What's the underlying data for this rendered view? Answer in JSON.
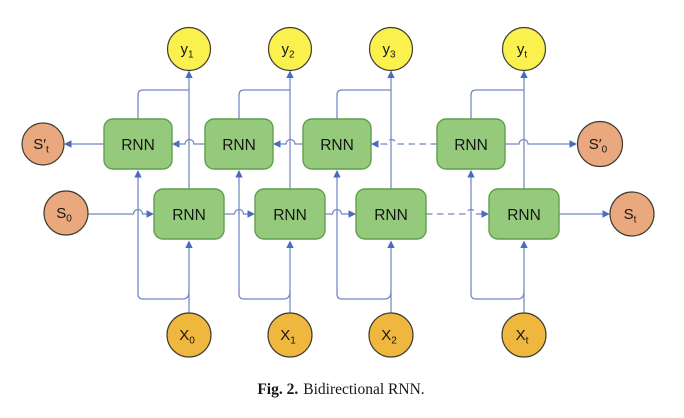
{
  "figure": {
    "caption_label": "Fig. 2.",
    "caption_text": "Bidirectional RNN."
  },
  "diagram": {
    "outputs": [
      {
        "base": "y",
        "sub": "1"
      },
      {
        "base": "y",
        "sub": "2"
      },
      {
        "base": "y",
        "sub": "3"
      },
      {
        "base": "y",
        "sub": "t"
      }
    ],
    "inputs": [
      {
        "base": "X",
        "sub": "0"
      },
      {
        "base": "X",
        "sub": "1"
      },
      {
        "base": "X",
        "sub": "2"
      },
      {
        "base": "X",
        "sub": "t"
      }
    ],
    "backward_cells": [
      {
        "label": "RNN"
      },
      {
        "label": "RNN"
      },
      {
        "label": "RNN"
      },
      {
        "label": "RNN"
      }
    ],
    "forward_cells": [
      {
        "label": "RNN"
      },
      {
        "label": "RNN"
      },
      {
        "label": "RNN"
      },
      {
        "label": "RNN"
      }
    ],
    "states": {
      "backward_final": {
        "base": "S′",
        "sub": "t"
      },
      "forward_initial": {
        "base": "S",
        "sub": "0"
      },
      "backward_initial": {
        "base": "S′",
        "sub": "0"
      },
      "forward_final": {
        "base": "S",
        "sub": "t"
      }
    },
    "colors": {
      "line_color": "#7288c5",
      "arrow_color": "#4a6cbd",
      "cell_fill": "#95ca7c",
      "cell_stroke": "#5f9f4e",
      "output_fill": "#faf04e",
      "input_fill": "#efb73d",
      "state_fill": "#e9a87d",
      "node_stroke": "#3f3d33",
      "text_color": "#161616"
    }
  }
}
